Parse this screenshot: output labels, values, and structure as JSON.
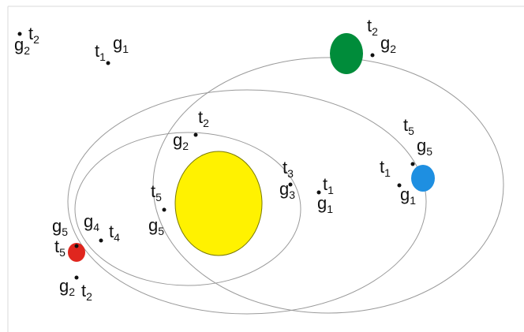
{
  "colors": {
    "sun": "#FFF200",
    "sun_stroke": "#7a7a00",
    "green_planet": "#008C3A",
    "blue_planet": "#1E8FE1",
    "red_planet": "#E0261E",
    "orbit": "#9a9a9a",
    "text": "#111111"
  },
  "labels": {
    "t": "t",
    "g": "g",
    "n1": "1",
    "n2": "2",
    "n3": "3",
    "n4": "4",
    "n5": "5"
  }
}
